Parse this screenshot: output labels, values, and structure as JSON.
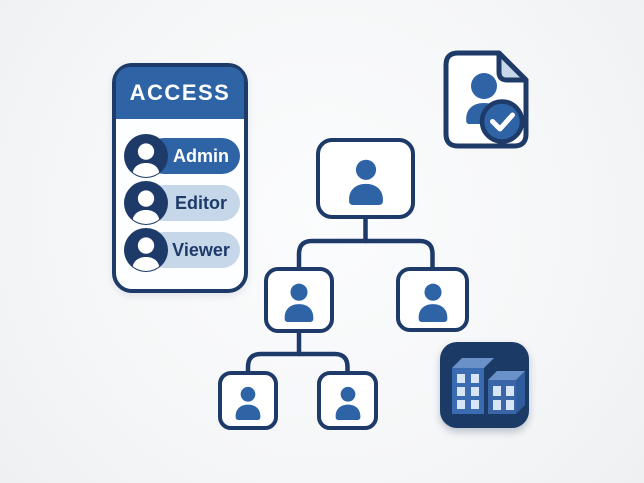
{
  "access_card": {
    "title": "ACCESS",
    "roles": [
      {
        "label": "Admin",
        "emphasis": "primary"
      },
      {
        "label": "Editor",
        "emphasis": "light"
      },
      {
        "label": "Viewer",
        "emphasis": "light"
      }
    ]
  },
  "org_chart": {
    "type": "tree",
    "nodes": [
      {
        "id": "root",
        "level": 1,
        "parent": null,
        "icon": "person"
      },
      {
        "id": "manager-left",
        "level": 2,
        "parent": "root",
        "icon": "person"
      },
      {
        "id": "manager-right",
        "level": 2,
        "parent": "root",
        "icon": "person"
      },
      {
        "id": "member-left",
        "level": 3,
        "parent": "manager-left",
        "icon": "person"
      },
      {
        "id": "member-right",
        "level": 3,
        "parent": "manager-left",
        "icon": "person"
      }
    ]
  },
  "corner_icons": {
    "top_right": {
      "icon": "user-document-check-icon"
    },
    "bottom_right": {
      "icon": "office-building-icon"
    }
  },
  "colors": {
    "navy": "#1d3a69",
    "blue": "#2e63a6",
    "light_blue": "#c6d7e9",
    "tile_navy": "#1c3a66",
    "background": "#f6f7f8"
  }
}
